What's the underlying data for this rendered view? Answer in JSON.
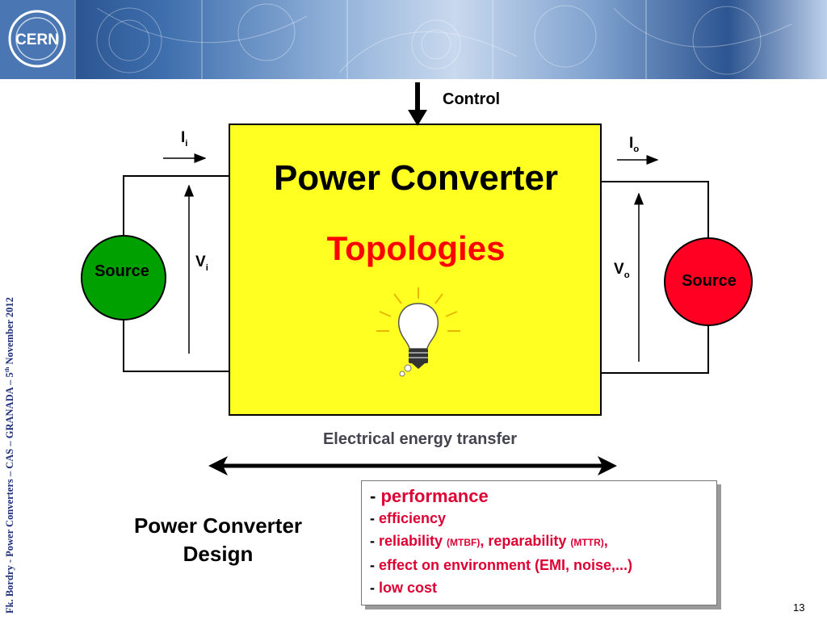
{
  "header": {
    "logo_text": "CERN",
    "icons": [
      "particle-track-image"
    ]
  },
  "footer": {
    "author_prefix": "Fk. Bordry - Power Converters – CAS – GRANADA – 5",
    "date_suffix": "th",
    "date_rest": " November 2012",
    "page_number": "13"
  },
  "diagram": {
    "control_label": "Control",
    "title": "Power Converter",
    "subtitle": "Topologies",
    "input_current": {
      "symbol": "I",
      "sub": "i"
    },
    "output_current": {
      "symbol": "I",
      "sub": "o"
    },
    "input_voltage": {
      "symbol": "V",
      "sub": "i"
    },
    "output_voltage": {
      "symbol": "V",
      "sub": "o"
    },
    "source_left": "Source",
    "source_right": "Source",
    "transfer_label": "Electrical energy transfer",
    "colors": {
      "converter_fill": "#ffff22",
      "source_left": "#00a000",
      "source_right": "#ff0022",
      "title": "#000000",
      "subtitle": "#ff0000"
    },
    "icon": "lightbulb-icon"
  },
  "design": {
    "label_line1": "Power Converter",
    "label_line2": "Design",
    "items": [
      {
        "dash": "- ",
        "text": "performance"
      },
      {
        "dash": "- ",
        "text": "efficiency"
      },
      {
        "dash": "- ",
        "text": "reliability ",
        "small1": "(MTBF)",
        "mid": ", reparability ",
        "small2": "(MTTR)",
        "end": ","
      },
      {
        "dash": "- ",
        "text": "effect on environment (EMI, noise,...)"
      },
      {
        "dash": "- ",
        "text": "low cost"
      }
    ]
  }
}
